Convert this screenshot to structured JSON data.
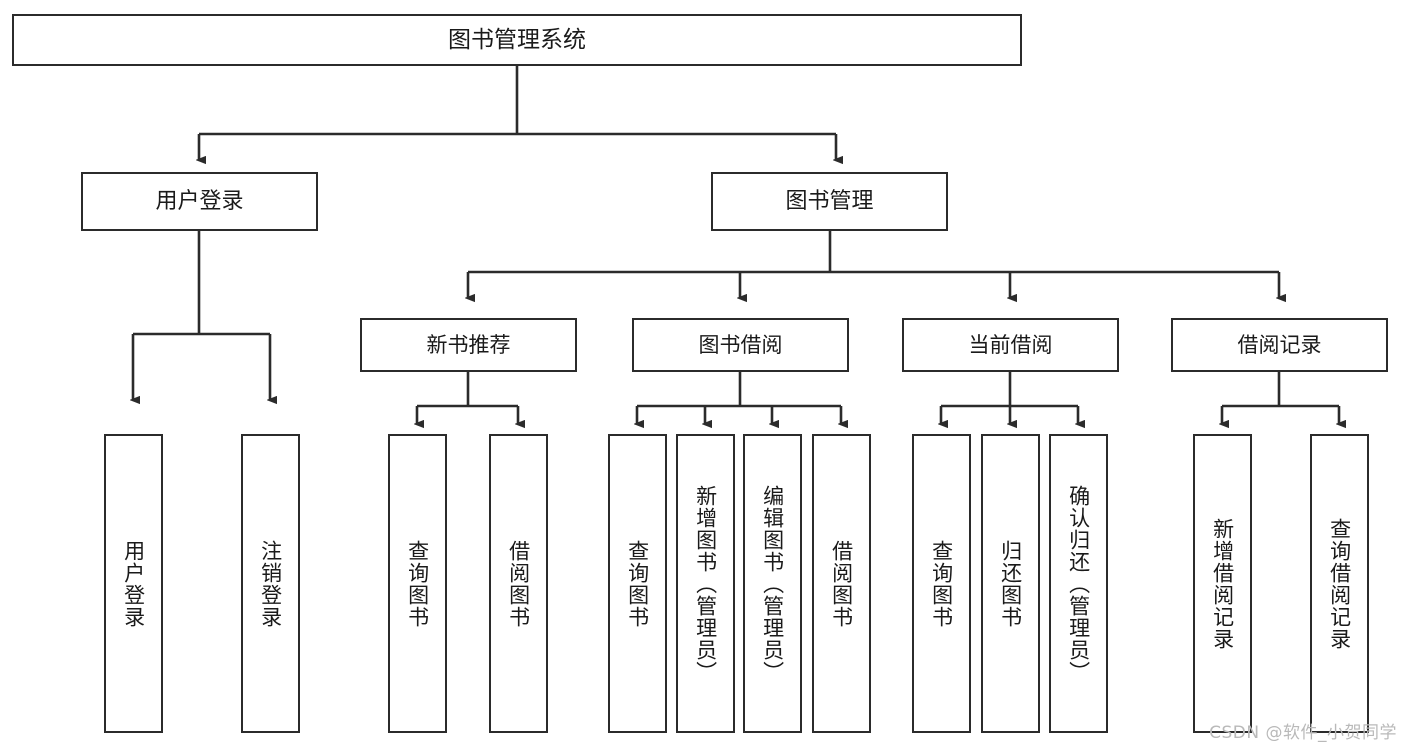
{
  "diagram": {
    "title": "图书管理系统",
    "type": "tree",
    "colors": {
      "background": "#ffffff",
      "stroke": "#2b2b2b",
      "text": "#1a1a1a",
      "watermark": "#b9b9b9"
    },
    "root": {
      "id": "root",
      "label": "图书管理系统"
    },
    "level2": [
      {
        "id": "user-login",
        "label": "用户登录"
      },
      {
        "id": "book-management",
        "label": "图书管理"
      }
    ],
    "level3": [
      {
        "id": "new-book-recommend",
        "label": "新书推荐"
      },
      {
        "id": "book-borrow",
        "label": "图书借阅"
      },
      {
        "id": "current-borrow",
        "label": "当前借阅"
      },
      {
        "id": "borrow-record",
        "label": "借阅记录"
      }
    ],
    "leaves": [
      {
        "id": "leaf-user-login",
        "label": "用户登录",
        "parent": "user-login"
      },
      {
        "id": "leaf-logout",
        "label": "注销登录",
        "parent": "user-login"
      },
      {
        "id": "leaf-query-book-1",
        "label": "查询图书",
        "parent": "new-book-recommend"
      },
      {
        "id": "leaf-borrow-book-1",
        "label": "借阅图书",
        "parent": "new-book-recommend"
      },
      {
        "id": "leaf-query-book-2",
        "label": "查询图书",
        "parent": "book-borrow"
      },
      {
        "id": "leaf-add-book",
        "label": "新增图书（管理员）",
        "parent": "book-borrow"
      },
      {
        "id": "leaf-edit-book",
        "label": "编辑图书（管理员）",
        "parent": "book-borrow"
      },
      {
        "id": "leaf-borrow-book-2",
        "label": "借阅图书",
        "parent": "book-borrow"
      },
      {
        "id": "leaf-query-book-3",
        "label": "查询图书",
        "parent": "current-borrow"
      },
      {
        "id": "leaf-return-book",
        "label": "归还图书",
        "parent": "current-borrow"
      },
      {
        "id": "leaf-confirm-return",
        "label": "确认归还（管理员）",
        "parent": "current-borrow"
      },
      {
        "id": "leaf-add-record",
        "label": "新增借阅记录",
        "parent": "borrow-record"
      },
      {
        "id": "leaf-query-record",
        "label": "查询借阅记录",
        "parent": "borrow-record"
      }
    ]
  },
  "watermark": {
    "text": "CSDN @软件_小贺同学"
  }
}
